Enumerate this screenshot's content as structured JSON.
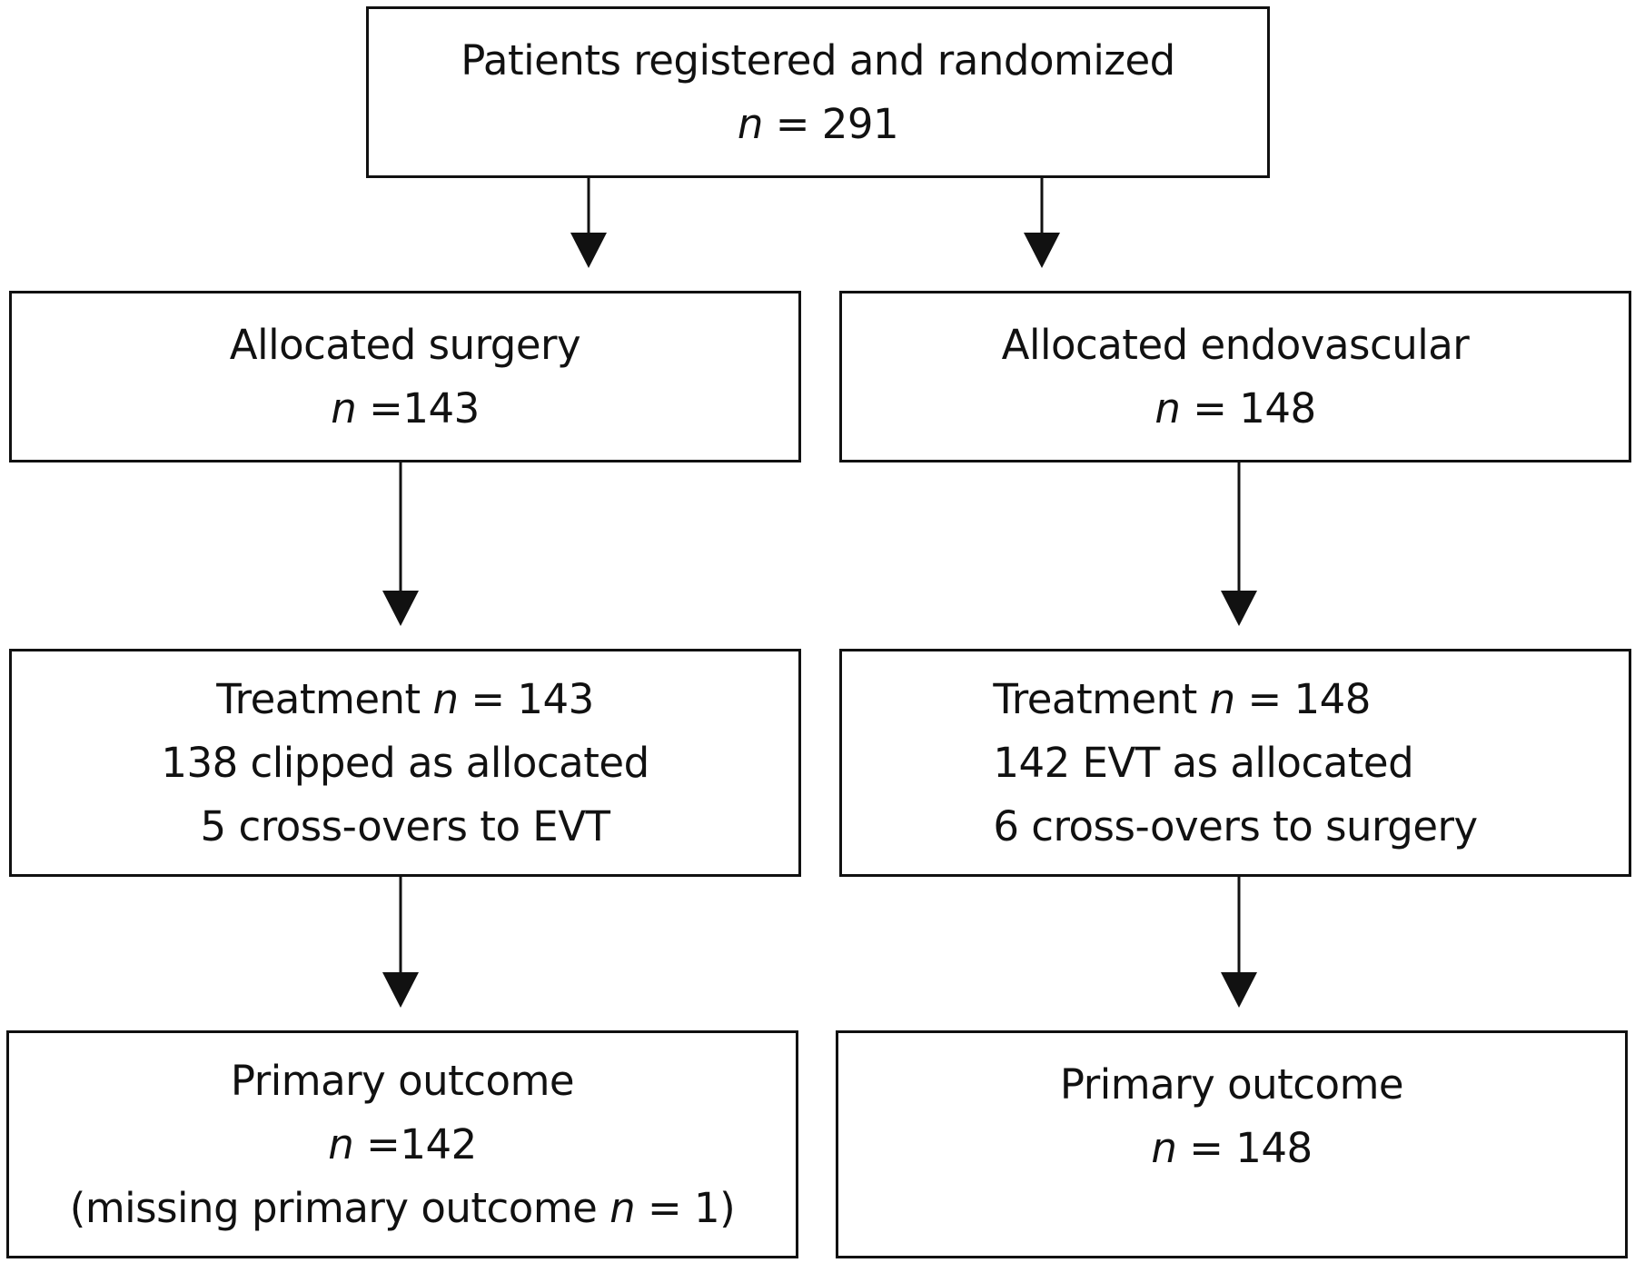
{
  "diagram": {
    "registered": {
      "title": "Patients registered and randomized",
      "n_symbol": "n",
      "n_value": "= 291"
    },
    "allocated_surgery": {
      "title": "Allocated surgery",
      "n_symbol": "n",
      "n_value": "=143"
    },
    "allocated_endovascular": {
      "title": "Allocated endovascular",
      "n_symbol": "n",
      "n_value": "= 148"
    },
    "treatment_surgery": {
      "title": "Treatment",
      "n_symbol": "n",
      "n_value": "= 143",
      "line2": "138 clipped as allocated",
      "line3": "5 cross-overs to EVT"
    },
    "treatment_endovascular": {
      "title": "Treatment",
      "n_symbol": "n",
      "n_value": "= 148",
      "line2": "142 EVT as allocated",
      "line3": "6 cross-overs to surgery"
    },
    "outcome_surgery": {
      "title": "Primary outcome",
      "n_symbol": "n",
      "n_value": "=142",
      "missing_prefix": "(missing primary outcome",
      "missing_n_symbol": "n",
      "missing_suffix": "= 1)"
    },
    "outcome_endovascular": {
      "title": "Primary outcome",
      "n_symbol": "n",
      "n_value": "= 148"
    }
  }
}
